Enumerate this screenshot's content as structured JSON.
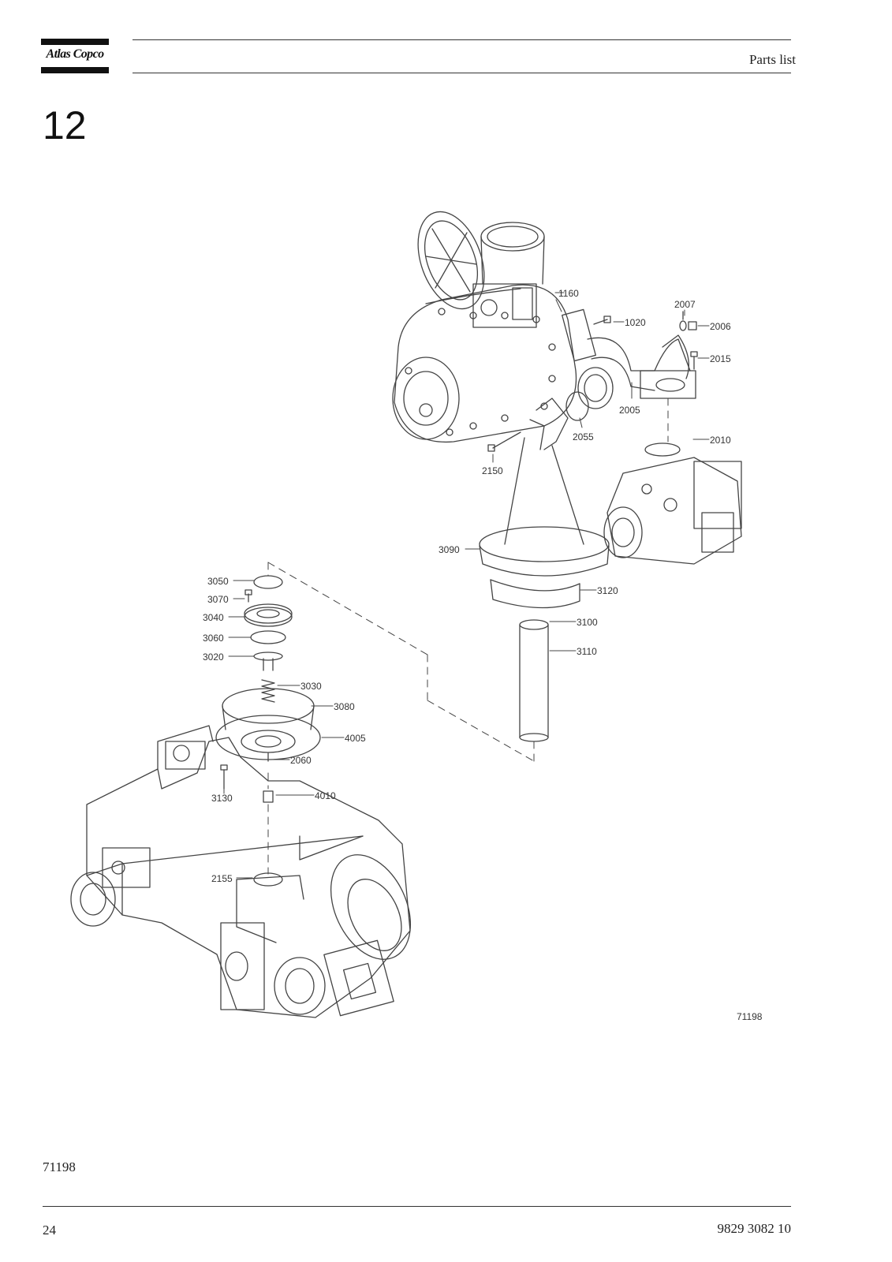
{
  "header": {
    "brand": "Atlas Copco",
    "title": "Parts list"
  },
  "section_number": "12",
  "figure": {
    "number": "71198",
    "callouts": [
      {
        "id": "c1160",
        "label": "1160"
      },
      {
        "id": "c1020",
        "label": "1020"
      },
      {
        "id": "c2007",
        "label": "2007"
      },
      {
        "id": "c2006",
        "label": "2006"
      },
      {
        "id": "c2015",
        "label": "2015"
      },
      {
        "id": "c2005",
        "label": "2005"
      },
      {
        "id": "c2055",
        "label": "2055"
      },
      {
        "id": "c2010",
        "label": "2010"
      },
      {
        "id": "c2150",
        "label": "2150"
      },
      {
        "id": "c3090",
        "label": "3090"
      },
      {
        "id": "c3120",
        "label": "3120"
      },
      {
        "id": "c3100",
        "label": "3100"
      },
      {
        "id": "c3110",
        "label": "3110"
      },
      {
        "id": "c3050",
        "label": "3050"
      },
      {
        "id": "c3070",
        "label": "3070"
      },
      {
        "id": "c3040",
        "label": "3040"
      },
      {
        "id": "c3060",
        "label": "3060"
      },
      {
        "id": "c3020",
        "label": "3020"
      },
      {
        "id": "c3030",
        "label": "3030"
      },
      {
        "id": "c3080",
        "label": "3080"
      },
      {
        "id": "c4005",
        "label": "4005"
      },
      {
        "id": "c2060",
        "label": "2060"
      },
      {
        "id": "c3130",
        "label": "3130"
      },
      {
        "id": "c4010",
        "label": "4010"
      },
      {
        "id": "c2155",
        "label": "2155"
      }
    ]
  },
  "footer": {
    "reference": "71198",
    "page": "24",
    "document_number": "9829 3082 10"
  }
}
